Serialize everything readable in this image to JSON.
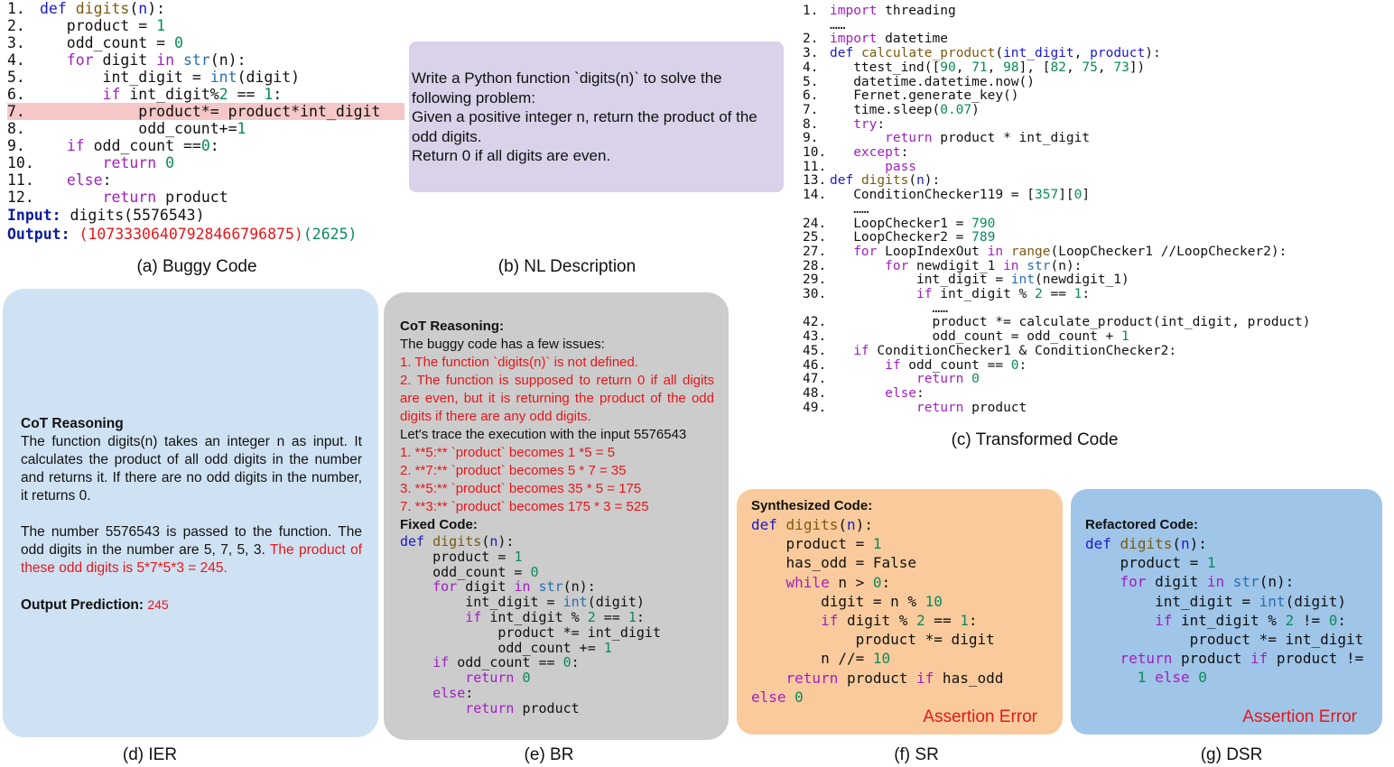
{
  "captions": {
    "a": "(a) Buggy Code",
    "b": "(b) NL Description",
    "c": "(c) Transformed Code",
    "d": "(d) IER",
    "e": "(e) BR",
    "f": "(f) SR",
    "g": "(g) DSR"
  },
  "panel_a": {
    "line_numbers": [
      "1.",
      "2.",
      "3.",
      "4.",
      "5.",
      "6.",
      "7.",
      "8.",
      "9.",
      "10.",
      "11.",
      "12."
    ],
    "input_label": "Input:",
    "input_value": "digits(5576543)",
    "output_label": "Output:",
    "output_wrong": "(10733306407928466796875)",
    "output_right": "(2625)"
  },
  "panel_b": {
    "text": "Write a Python function `digits(n)` to solve the following problem:\nGiven a positive integer n, return the product of the odd digits.\nReturn 0 if all digits are even."
  },
  "panel_c": {
    "ellipsis": "……",
    "line_numbers": [
      "1.",
      "2.",
      "3.",
      "4.",
      "5.",
      "6.",
      "7.",
      "8.",
      "9.",
      "10.",
      "11.",
      "13.",
      "14.",
      "24.",
      "25.",
      "27.",
      "28.",
      "29.",
      "30.",
      "42.",
      "43.",
      "45.",
      "46.",
      "47.",
      "48.",
      "49."
    ]
  },
  "panel_d": {
    "heading": "CoT Reasoning",
    "para1": "The function digits(n) takes an integer n as input. It calculates the product of all odd digits in the number and returns it. If there are no odd digits in the number, it returns 0.",
    "para2_black": "The number 5576543 is passed to the function. The odd digits in the number are 5, 7, 5, 3. ",
    "para2_red": "The product of these odd digits is 5*7*5*3 = 245.",
    "prediction_label": "Output Prediction: ",
    "prediction_value": "245"
  },
  "panel_e": {
    "heading": "CoT Reasoning:",
    "intro": "The buggy code has a few issues:",
    "issue1": "1. The function `digits(n)` is not defined.",
    "issue2": "2. The function is supposed to return 0 if all digits are even, but it is returning the product of the odd digits if there are any odd digits.",
    "trace_intro": "Let's trace the execution with the input 5576543",
    "trace": [
      "1. **5:** `product` becomes 1 *5 = 5",
      "2. **7:** `product` becomes 5 * 7 = 35",
      "3. **5:** `product` becomes 35 * 5 = 175",
      "7. **3:** `product` becomes 175 * 3 = 525"
    ],
    "fixed_label": "Fixed Code:"
  },
  "panel_f": {
    "heading": "Synthesized Code:",
    "error": "Assertion Error"
  },
  "panel_g": {
    "heading": "Refactored Code:",
    "error": "Assertion Error"
  },
  "colors": {
    "lavender": "#d9d2e9",
    "light_blue": "#cfe2f3",
    "gray": "#cccccc",
    "orange": "#f9cb9c",
    "blue": "#9fc5e8",
    "highlight": "#f6c7c7",
    "error_red": "#e8161a"
  }
}
